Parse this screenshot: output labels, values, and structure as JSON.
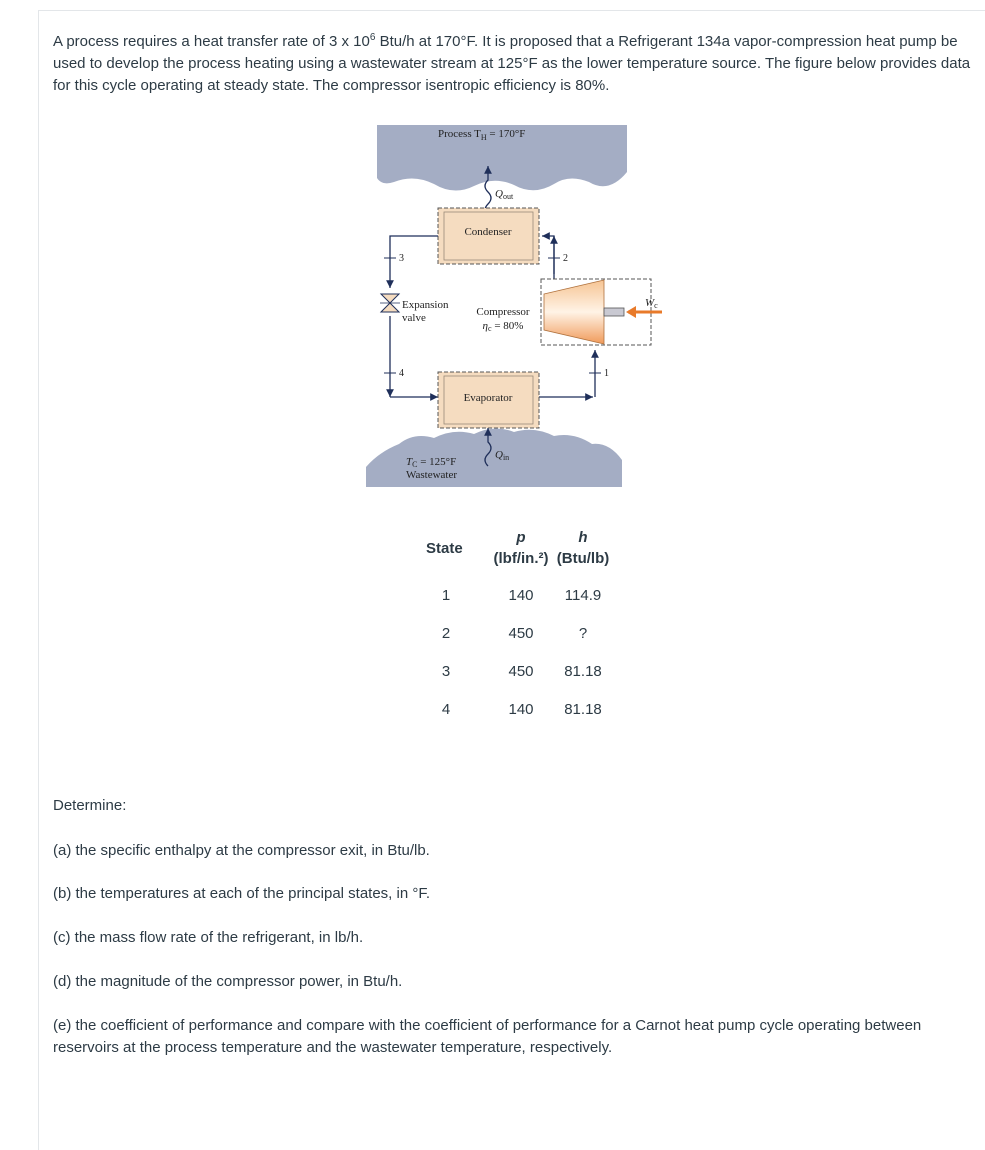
{
  "problem": {
    "intro_part1": "A process requires a heat transfer rate of 3 x 10",
    "intro_exp": "6",
    "intro_part2": " Btu/h at 170°F. It is proposed that a Refrigerant 134a vapor-compression heat pump be used to develop the process heating using a wastewater stream at 125°F as the lower temperature source. The figure below provides data for this cycle operating at steady state. The compressor isentropic efficiency is 80%."
  },
  "diagram": {
    "hot_reservoir_label": "Process T",
    "hot_reservoir_sub": "H",
    "hot_reservoir_value": " = 170°F",
    "q_out_label": "Q",
    "q_out_sub": "out",
    "condenser_label": "Condenser",
    "expansion_valve_line1": "Expansion",
    "expansion_valve_line2": "valve",
    "compressor_label": "Compressor",
    "compressor_eff_symbol": "η",
    "compressor_eff_sub": "c",
    "compressor_eff_value": " = 80%",
    "evaporator_label": "Evaporator",
    "q_in_label": "Q",
    "q_in_sub": "in",
    "cold_reservoir_line1_sym": "T",
    "cold_reservoir_line1_sub": "C",
    "cold_reservoir_line1_value": " = 125°F",
    "cold_reservoir_line2": "Wastewater",
    "work_label": "W",
    "work_sub": "c",
    "state_1": "1",
    "state_2": "2",
    "state_3": "3",
    "state_4": "4",
    "colors": {
      "reservoir": "#a4adc4",
      "component": "#f5dcc0",
      "compressor": "#f4b27a",
      "work_arrow": "#e87a2a",
      "line": "#1f2f5a"
    }
  },
  "table": {
    "header_state": "State",
    "header_p_sym": "p",
    "header_p_unit": "(lbf/in.²)",
    "header_h_sym": "h",
    "header_h_unit": "(Btu/lb)",
    "rows": [
      {
        "state": "1",
        "p": "140",
        "h": "114.9"
      },
      {
        "state": "2",
        "p": "450",
        "h": "?"
      },
      {
        "state": "3",
        "p": "450",
        "h": "81.18"
      },
      {
        "state": "4",
        "p": "140",
        "h": "81.18"
      }
    ]
  },
  "determine_label": "Determine:",
  "questions": {
    "a": "(a) the specific enthalpy at the compressor exit, in Btu/lb.",
    "b": "(b) the temperatures at each of the principal states, in °F.",
    "c": "(c) the mass flow rate of the refrigerant, in lb/h.",
    "d": "(d) the magnitude of the compressor power, in Btu/h.",
    "e": "(e) the coefficient of performance and compare with the coefficient of performance for a Carnot heat pump cycle operating between reservoirs at the process temperature and the wastewater temperature, respectively."
  }
}
